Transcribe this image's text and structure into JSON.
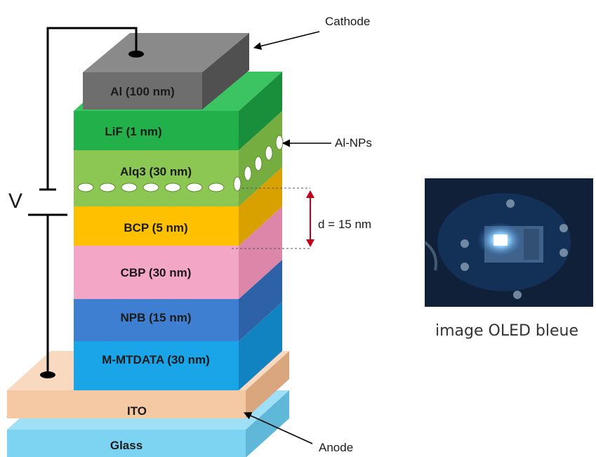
{
  "diagram": {
    "layers": [
      {
        "id": "al",
        "label": "Al (100 nm)",
        "color": "#6e6e6e"
      },
      {
        "id": "lif",
        "label": "LiF (1 nm)",
        "color": "#22b04a"
      },
      {
        "id": "alq3",
        "label": "Alq3 (30 nm)",
        "color": "#8cc653"
      },
      {
        "id": "bcp",
        "label": "BCP (5 nm)",
        "color": "#ffc000"
      },
      {
        "id": "cbp",
        "label": "CBP (30 nm)",
        "color": "#f4a6c6"
      },
      {
        "id": "npb",
        "label": "NPB (15 nm)",
        "color": "#3f7fd1"
      },
      {
        "id": "mmtdata",
        "label": "M-MTDATA (30 nm)",
        "color": "#19a5e8"
      },
      {
        "id": "ito",
        "label": "ITO",
        "color": "#f6c9a5"
      },
      {
        "id": "glass",
        "label": "Glass",
        "color": "#7dd3f2"
      }
    ],
    "annotations": {
      "cathode": "Cathode",
      "al_nps": "Al-NPs",
      "distance": "d = 15 nm",
      "anode": "Anode",
      "voltage": "V"
    },
    "photo_caption": "image OLED bleue",
    "colors": {
      "arrow_red": "#c0001a",
      "wire": "#000000",
      "nanoparticle": "#ffffff",
      "photo_bg": "#0d1a2b",
      "photo_glow": "#4aa8ff"
    }
  }
}
